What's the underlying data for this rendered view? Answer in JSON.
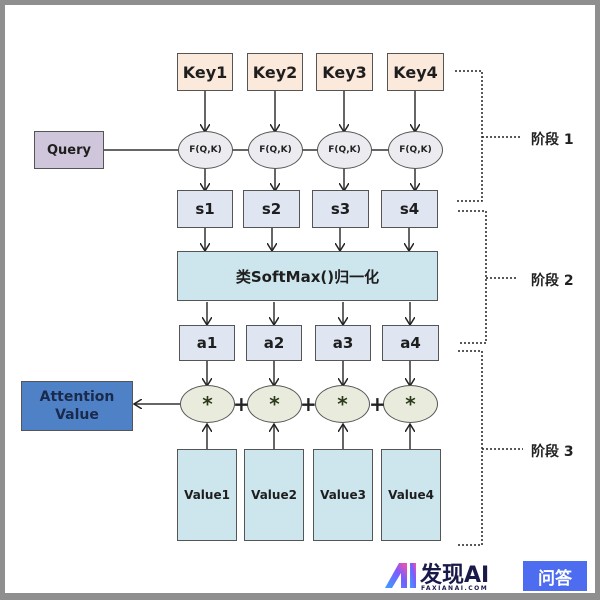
{
  "diagram": {
    "title": "Attention mechanism three-stage computation",
    "keys": [
      "Key1",
      "Key2",
      "Key3",
      "Key4"
    ],
    "query": "Query",
    "score_functions": [
      "F(Q,K)",
      "F(Q,K)",
      "F(Q,K)",
      "F(Q,K)"
    ],
    "scores": [
      "s1",
      "s2",
      "s3",
      "s4"
    ],
    "normalization": "类SoftMax()归一化",
    "weights": [
      "a1",
      "a2",
      "a3",
      "a4"
    ],
    "multiply_ops": [
      "*",
      "*",
      "*",
      "*"
    ],
    "plus_ops": [
      "+",
      "+",
      "+"
    ],
    "values": [
      "Value1",
      "Value2",
      "Value3",
      "Value4"
    ],
    "output_line1": "Attention",
    "output_line2": "Value",
    "stages": [
      "阶段 1",
      "阶段 2",
      "阶段 3"
    ]
  },
  "watermark": {
    "brand": "发现AI",
    "domain": "FAXIANAI.COM",
    "badge": "问答"
  },
  "colors": {
    "key_fill": "#fbe9dc",
    "query_fill": "#cfc6dc",
    "score_fill": "#dfe6f2",
    "softmax_fill": "#cde6ee",
    "output_fill": "#4f81c7",
    "value_fill": "#cde6ee",
    "badge_fill": "#4e6cf0"
  }
}
